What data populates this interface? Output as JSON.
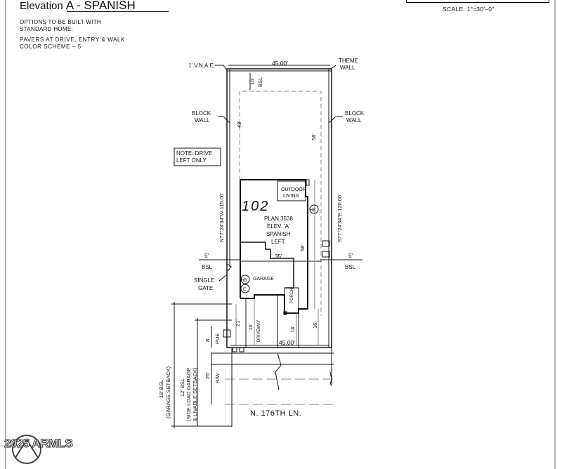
{
  "header": {
    "elevation_word": "Elevation",
    "elevation_value": "A - SPANISH",
    "options_line1": "OPTIONS TO BE BUILT WITH",
    "options_line2": "STANDARD HOME:",
    "pavers": "PAVERS AT DRIVE, ENTRY & WALK",
    "color_scheme": "COLOR SCHEME – 5",
    "scale": "SCALE:  1\"=30'–0\""
  },
  "plan": {
    "lot_number": "102",
    "plan_line1": "PLAN 3538",
    "plan_line2": "ELEV. 'A'",
    "plan_line3": "SPANISH",
    "plan_line4": "LEFT",
    "outdoor_living_1": "OUTDOOR",
    "outdoor_living_2": "LIVING",
    "garage": "GARAGE",
    "porch": "PORCH",
    "driveway": "DRIVEWAY",
    "hb": "HB",
    "e": "E"
  },
  "labels": {
    "vnae": "1' V.N.A.E.",
    "theme_wall_1": "THEME",
    "theme_wall_2": "WALL",
    "block_wall_1": "BLOCK",
    "block_wall_2": "WALL",
    "note_drive_1": "NOTE: DRIVE",
    "note_drive_2": "LEFT ONLY",
    "bsl": "BSL",
    "five_ft": "5'",
    "single_gate_1": "SINGLE",
    "single_gate_2": "GATE",
    "street": "N. 176TH LN.",
    "pue": "PUE",
    "rw": "R/W",
    "garage_setback_1": "18' BSL",
    "garage_setback_2": "(GARAGE SETBACK)",
    "side_setback_1": "12' BSL",
    "side_setback_2": "(SIDE LOAD GARAGE",
    "side_setback_3": "& LIVABLE SETBACK)",
    "watermark": "2025 ARMLS"
  },
  "dimensions": {
    "top_width": "45.00'",
    "rear_bsl": "10'",
    "rear_bsl_label": "BSL",
    "depth_48": "48'",
    "depth_58": "58'",
    "house_58": "58'",
    "house_width": "35'",
    "left_bearing": "N77°24'34\"W 115.00'",
    "right_bearing": "S77°24'34\"E 120.00'",
    "bottom_width": "45.00'",
    "dim_21": "21'",
    "dim_28": "28'",
    "dim_14": "14'",
    "dim_16": "16'",
    "dim_8": "8'",
    "dim_25": "25'"
  }
}
